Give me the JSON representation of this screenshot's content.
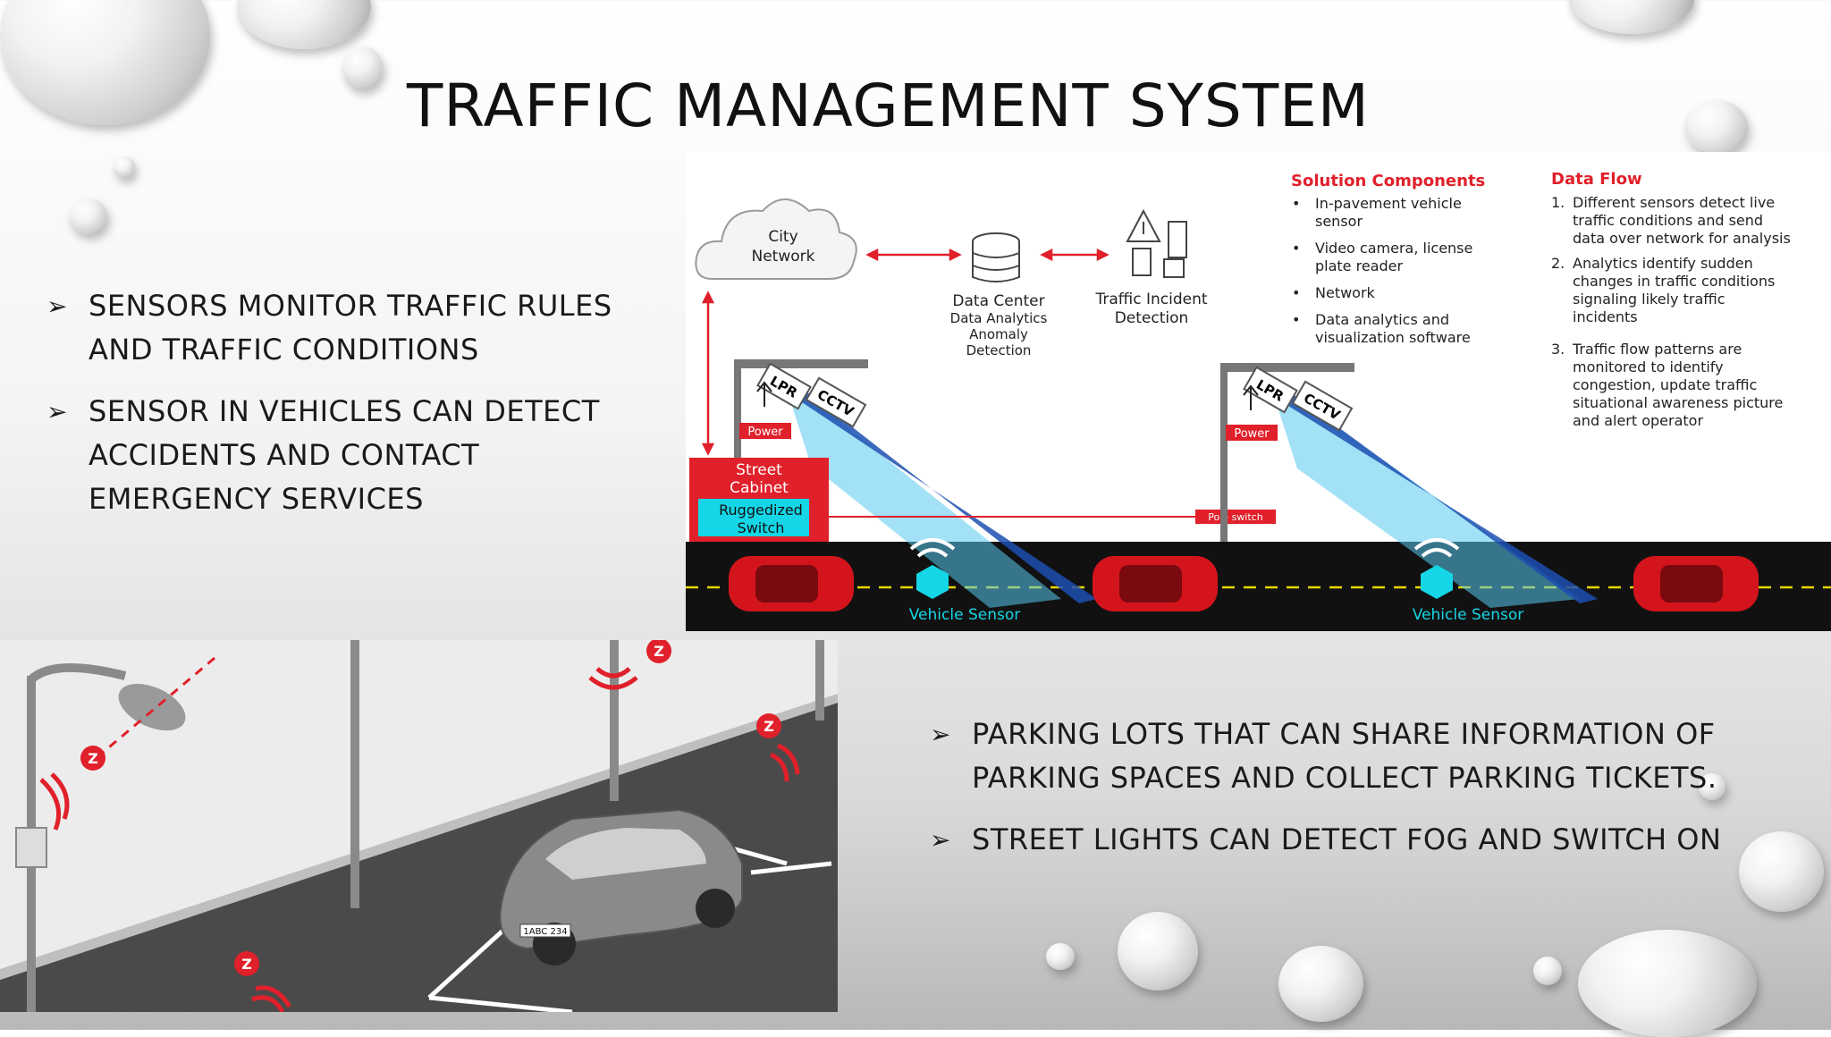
{
  "slide": {
    "title": "TRAFFIC MANAGEMENT SYSTEM",
    "left_bullets": [
      "SENSORS MONITOR TRAFFIC RULES AND TRAFFIC CONDITIONS",
      "SENSOR IN VEHICLES CAN DETECT ACCIDENTS AND CONTACT EMERGENCY SERVICES"
    ],
    "right_bullets": [
      "PARKING LOTS THAT CAN SHARE INFORMATION OF PARKING SPACES AND COLLECT PARKING TICKETS.",
      "STREET LIGHTS CAN DETECT FOG AND SWITCH ON"
    ],
    "bullet_glyph": "➢"
  },
  "diagram": {
    "cloud_line1": "City",
    "cloud_line2": "Network",
    "datacenter_lines": [
      "Data Center",
      "Data Analytics",
      "Anomaly",
      "Detection"
    ],
    "incident_lines": [
      "Traffic Incident",
      "Detection"
    ],
    "solution_title": "Solution Components",
    "solution_items": [
      [
        "In-pavement vehicle",
        "sensor"
      ],
      [
        "Video camera, license",
        "plate reader"
      ],
      [
        "Network"
      ],
      [
        "Data analytics and",
        "visualization software"
      ]
    ],
    "flow_title": "Data Flow",
    "flow_items": [
      [
        "1.",
        "Different sensors detect live",
        "traffic conditions and send",
        "data over network for analysis"
      ],
      [
        "2.",
        "Analytics identify sudden",
        "changes in traffic conditions",
        "signaling likely traffic",
        "incidents"
      ],
      [
        "3.",
        "Traffic flow patterns are",
        "monitored to identify",
        "congestion, update traffic",
        "situational awareness picture",
        "and alert operator"
      ]
    ],
    "lpr": "LPR",
    "cctv": "CCTV",
    "power": "Power",
    "pole_switch": "Pole switch",
    "street_cabinet_lines": [
      "Street",
      "Cabinet"
    ],
    "ruggedized_lines": [
      "Ruggedized",
      "Switch"
    ],
    "vehicle_sensor": "Vehicle Sensor",
    "colors": {
      "red": "#e0202a",
      "cyan": "#14d6e6",
      "beam": "#2a6fd6",
      "road": "#111111"
    }
  },
  "parking_photo": {
    "z_label": "Z",
    "plate": "1ABC 234"
  }
}
